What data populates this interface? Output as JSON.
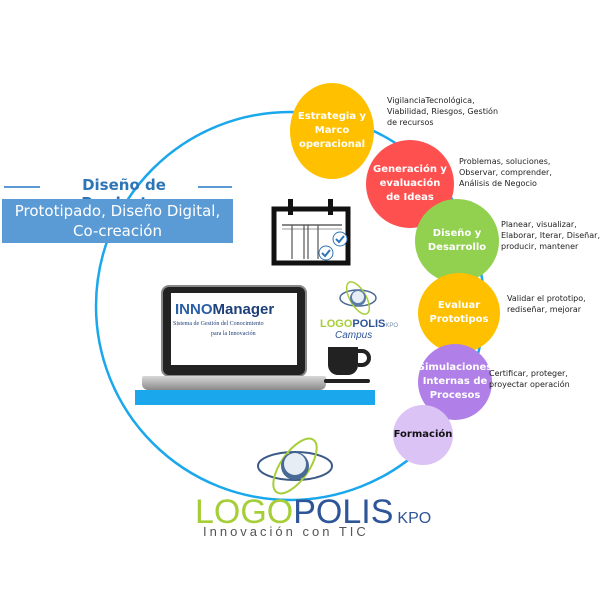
{
  "section": {
    "title": "Diseño de Productos",
    "subtitle": "Prototipado, Diseño Digital, Co-creación"
  },
  "colors": {
    "circle_stroke": "#1aa7ec",
    "title_blue": "#2e75b6",
    "box_blue": "#5b9bd5"
  },
  "stages": [
    {
      "label": "Estrategia y Marco operacional",
      "color": "#ffc000",
      "description": "VigilanciaTecnológica, Viabilidad, Riesgos, Gestión de recursos"
    },
    {
      "label": "Generación y evaluación de Ideas",
      "color": "#ff5050",
      "description": "Problemas, soluciones, Observar, comprender, Análisis de Negocio"
    },
    {
      "label": "Diseño y Desarrollo",
      "color": "#92d050",
      "description": "Planear, visualizar, Elaborar, Iterar, Diseñar, producir, mantener"
    },
    {
      "label": "Evaluar Prototipos",
      "color": "#ffc000",
      "description": "Validar el prototipo, rediseñar, mejorar"
    },
    {
      "label": "Simulaciones Internas de Procesos",
      "color": "#b07fe8",
      "description": "Certificar, proteger, proyectar operación"
    },
    {
      "label": "Formación",
      "color": "#dcc3f5",
      "description": ""
    }
  ],
  "icons": {
    "calendar": "calendar-check-icon",
    "laptop": "laptop-icon",
    "coffee": "coffee-cup-icon"
  },
  "innomanager": {
    "title_prefix": "INNO",
    "title_suffix": "Manager",
    "subtitle_line1": "Sistema de Gestión del Conocimiento",
    "subtitle_line2": "para la Innovación"
  },
  "logopolis_campus": {
    "logo_a": "LOGO",
    "logo_b": "POLIS",
    "kpo": "KPO",
    "campus": "Campus"
  },
  "logopolis_main": {
    "logo_a": "LOGO",
    "logo_b": "POLIS",
    "kpo": "KPO",
    "tagline": "Innovación con TIC"
  }
}
